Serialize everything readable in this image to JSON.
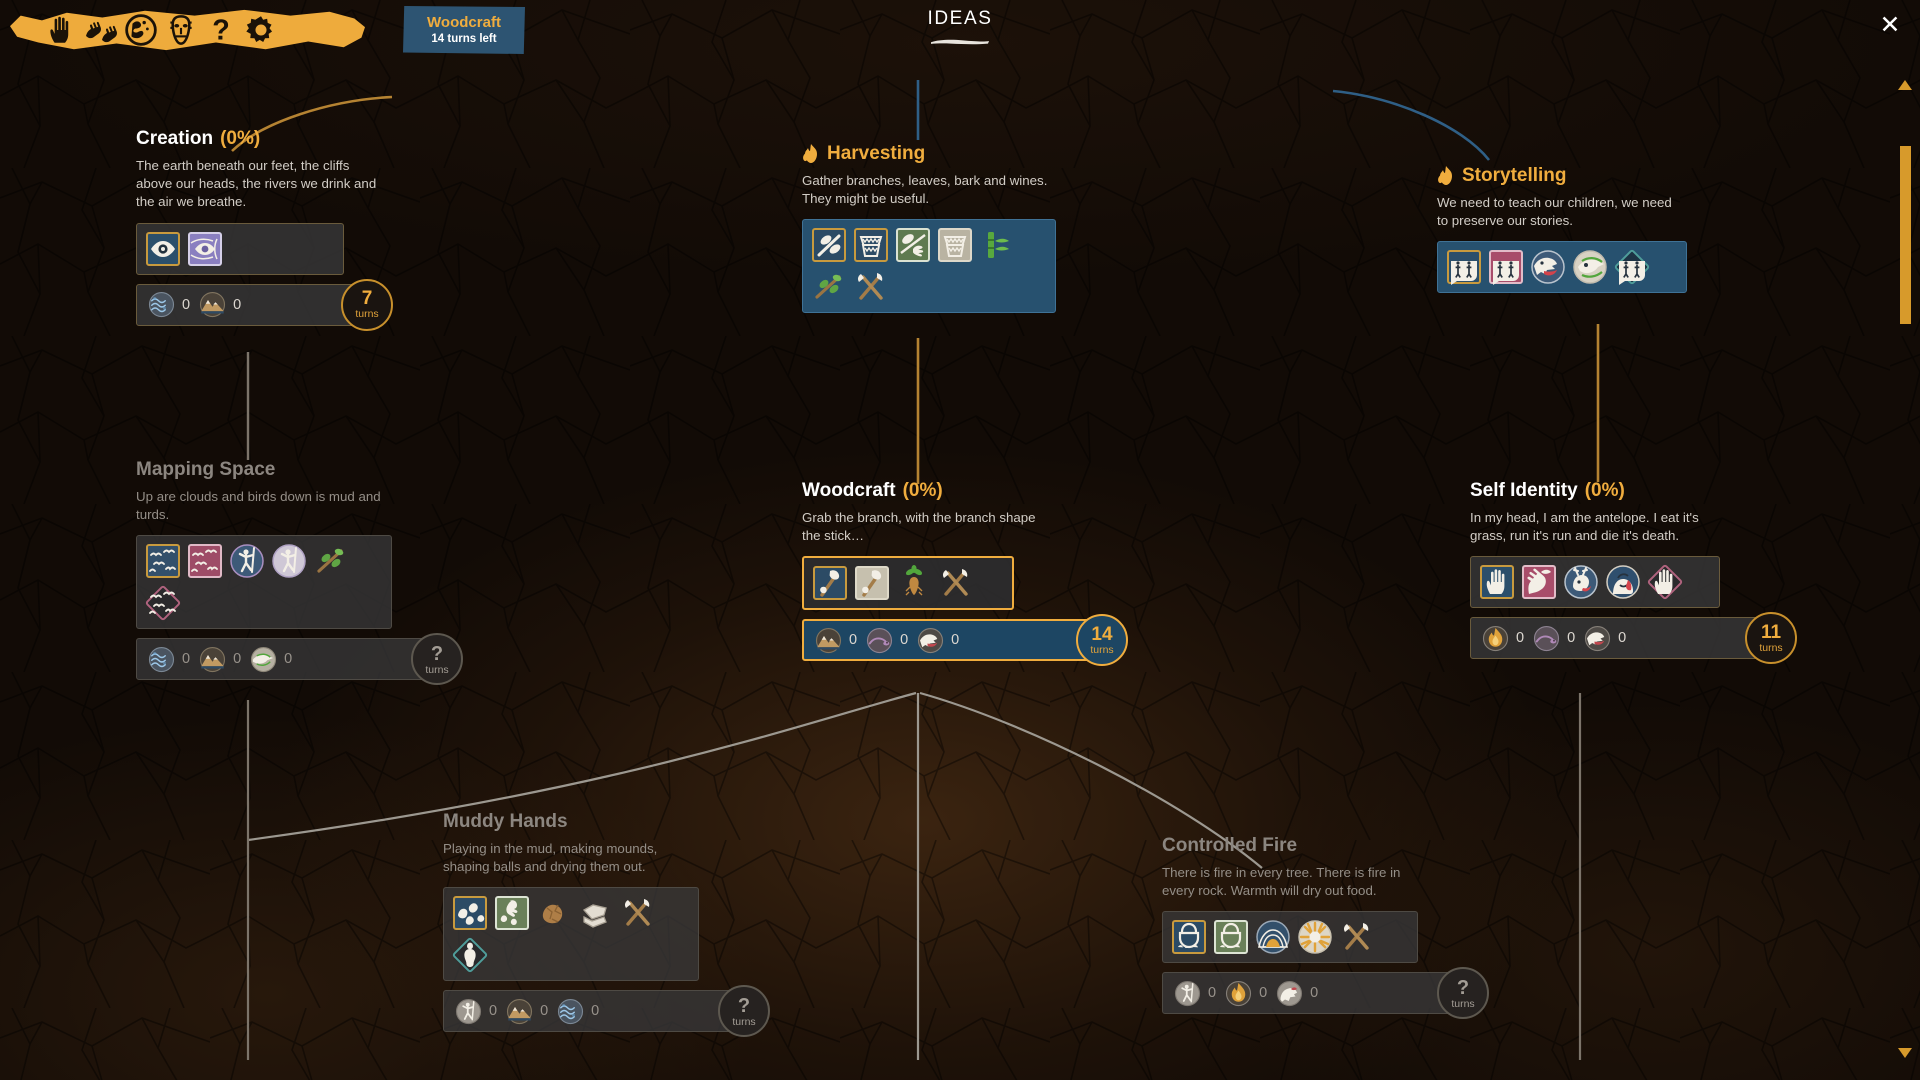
{
  "header": {
    "title": "IDEAS",
    "close_label": "✕",
    "toolbar": [
      {
        "name": "hand-icon",
        "label": "Hand"
      },
      {
        "name": "hands-tools-icon",
        "label": "Tools"
      },
      {
        "name": "globe-icon",
        "label": "World"
      },
      {
        "name": "mask-icon",
        "label": "Culture"
      },
      {
        "name": "question-icon",
        "label": "Help"
      },
      {
        "name": "gear-icon",
        "label": "Settings"
      }
    ],
    "active_research": {
      "name": "Woodcraft",
      "turns_left": "14 turns left"
    }
  },
  "scrollbar": {
    "up": "▲",
    "down": "▼"
  },
  "colors": {
    "accent": "#f0ad3e",
    "banner": "#eeab3c",
    "blue_panel": "#27516f",
    "current_blue": "#1d4663",
    "locked_text": "#8c8680",
    "connector_amber": "#b58332",
    "connector_blue": "#2f5f86",
    "connector_grey": "#9c9890"
  },
  "nodes": [
    {
      "id": "creation",
      "title": "Creation",
      "percent": "(0%)",
      "state": "available",
      "description": "The earth beneath our feet, the cliffs above our heads, the rivers we drink and the air we breathe.",
      "items": [
        "eye-blue-icon",
        "eye-purple-icon"
      ],
      "costs": [
        {
          "icon": "water-icon",
          "amount": "0"
        },
        {
          "icon": "mountain-icon",
          "amount": "0"
        }
      ],
      "turns": "7",
      "turns_label": "turns"
    },
    {
      "id": "mapping-space",
      "title": "Mapping Space",
      "percent": "",
      "state": "locked",
      "description": "Up are clouds and birds down is mud and turds.",
      "items": [
        "birds-blue-icon",
        "birds-pink-icon",
        "walker-circle-icon",
        "walker-light-icon",
        "branch-leaves-icon",
        "birds-diamond-icon"
      ],
      "costs": [
        {
          "icon": "water-icon",
          "amount": "0"
        },
        {
          "icon": "mountain-icon",
          "amount": "0"
        },
        {
          "icon": "bird-icon",
          "amount": "0"
        }
      ],
      "turns": "?",
      "turns_label": "turns"
    },
    {
      "id": "harvesting",
      "title": "Harvesting",
      "percent": "",
      "state": "active",
      "description": "Gather branches, leaves, bark and wines. They might be useful.",
      "items": [
        "leaf-blade-icon",
        "pot-dark-icon",
        "leaf-hand-green-icon",
        "pot-light-icon",
        "bamboo-icon",
        "branch-leaves-icon",
        "axe-crossed-icon"
      ],
      "costs": [],
      "turns": "",
      "turns_label": ""
    },
    {
      "id": "woodcraft",
      "title": "Woodcraft",
      "percent": "(0%)",
      "state": "current",
      "description": "Grab the branch, with the branch shape the stick…",
      "items": [
        "hammer-stone-blue-icon",
        "hammer-stone-light-icon",
        "root-vegetable-icon",
        "axe-crossed-icon"
      ],
      "costs": [
        {
          "icon": "mountain-icon",
          "amount": "0"
        },
        {
          "icon": "snake-icon",
          "amount": "0"
        },
        {
          "icon": "wolf-icon",
          "amount": "0"
        }
      ],
      "turns": "14",
      "turns_label": "turns"
    },
    {
      "id": "muddy-hands",
      "title": "Muddy Hands",
      "percent": "",
      "state": "locked",
      "description": "Playing in the mud, making mounds, shaping balls and drying them out.",
      "items": [
        "clay-blue-icon",
        "clay-hand-green-icon",
        "clay-lump-icon",
        "stone-block-icon",
        "axe-crossed-icon",
        "figurine-diamond-icon"
      ],
      "costs": [
        {
          "icon": "walker-icon",
          "amount": "0"
        },
        {
          "icon": "mountain-icon",
          "amount": "0"
        },
        {
          "icon": "water-icon",
          "amount": "0"
        }
      ],
      "turns": "?",
      "turns_label": "turns"
    },
    {
      "id": "controlled-fire",
      "title": "Controlled Fire",
      "percent": "",
      "state": "locked",
      "description": "There is fire in every tree. There is fire in every rock. Warmth will dry out food.",
      "items": [
        "cauldron-blue-icon",
        "cauldron-green-icon",
        "cave-fire-icon",
        "sunburst-icon",
        "axe-crossed-icon"
      ],
      "costs": [
        {
          "icon": "walker-icon",
          "amount": "0"
        },
        {
          "icon": "flame-icon",
          "amount": "0"
        },
        {
          "icon": "horse-icon",
          "amount": "0"
        }
      ],
      "turns": "?",
      "turns_label": "turns"
    },
    {
      "id": "storytelling",
      "title": "Storytelling",
      "percent": "",
      "state": "active",
      "description": "We need to teach our children, we need to preserve our stories.",
      "items": [
        "story-blue-icon",
        "story-pink-icon",
        "wolf-circle-icon",
        "bird-green-icon",
        "story-diamond-icon"
      ],
      "costs": [],
      "turns": "",
      "turns_label": ""
    },
    {
      "id": "self-identity",
      "title": "Self Identity",
      "percent": "(0%)",
      "state": "available",
      "description": "In my head, I am the antelope. I eat it's grass, run it's run and die it's death.",
      "items": [
        "hand-blue-icon",
        "hand-bird-pink-icon",
        "deer-circle-icon",
        "face-circle-icon",
        "hand-diamond-icon"
      ],
      "costs": [
        {
          "icon": "flame-icon",
          "amount": "0"
        },
        {
          "icon": "snake-icon",
          "amount": "0"
        },
        {
          "icon": "wolf-icon",
          "amount": "0"
        }
      ],
      "turns": "11",
      "turns_label": "turns"
    }
  ]
}
